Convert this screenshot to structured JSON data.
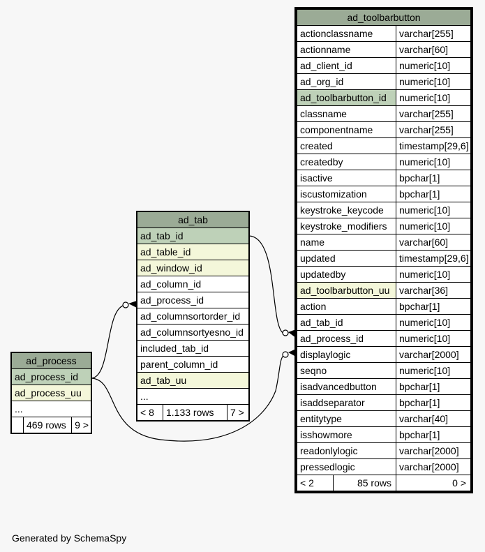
{
  "footer": "Generated by SchemaSpy",
  "ad_process": {
    "title": "ad_process",
    "columns": [
      "ad_process_id",
      "ad_process_uu",
      "..."
    ],
    "rows": "469 rows",
    "children": "9 >"
  },
  "ad_tab": {
    "title": "ad_tab",
    "columns": [
      "ad_tab_id",
      "ad_table_id",
      "ad_window_id",
      "ad_column_id",
      "ad_process_id",
      "ad_columnsortorder_id",
      "ad_columnsortyesno_id",
      "included_tab_id",
      "parent_column_id",
      "ad_tab_uu",
      "..."
    ],
    "parents": "< 8",
    "rows": "1.133 rows",
    "children": "7 >"
  },
  "ad_toolbarbutton": {
    "title": "ad_toolbarbutton",
    "columns": [
      {
        "name": "actionclassname",
        "type": "varchar[255]"
      },
      {
        "name": "actionname",
        "type": "varchar[60]"
      },
      {
        "name": "ad_client_id",
        "type": "numeric[10]"
      },
      {
        "name": "ad_org_id",
        "type": "numeric[10]"
      },
      {
        "name": "ad_toolbarbutton_id",
        "type": "numeric[10]"
      },
      {
        "name": "classname",
        "type": "varchar[255]"
      },
      {
        "name": "componentname",
        "type": "varchar[255]"
      },
      {
        "name": "created",
        "type": "timestamp[29,6]"
      },
      {
        "name": "createdby",
        "type": "numeric[10]"
      },
      {
        "name": "isactive",
        "type": "bpchar[1]"
      },
      {
        "name": "iscustomization",
        "type": "bpchar[1]"
      },
      {
        "name": "keystroke_keycode",
        "type": "numeric[10]"
      },
      {
        "name": "keystroke_modifiers",
        "type": "numeric[10]"
      },
      {
        "name": "name",
        "type": "varchar[60]"
      },
      {
        "name": "updated",
        "type": "timestamp[29,6]"
      },
      {
        "name": "updatedby",
        "type": "numeric[10]"
      },
      {
        "name": "ad_toolbarbutton_uu",
        "type": "varchar[36]"
      },
      {
        "name": "action",
        "type": "bpchar[1]"
      },
      {
        "name": "ad_tab_id",
        "type": "numeric[10]"
      },
      {
        "name": "ad_process_id",
        "type": "numeric[10]"
      },
      {
        "name": "displaylogic",
        "type": "varchar[2000]"
      },
      {
        "name": "seqno",
        "type": "numeric[10]"
      },
      {
        "name": "isadvancedbutton",
        "type": "bpchar[1]"
      },
      {
        "name": "isaddseparator",
        "type": "bpchar[1]"
      },
      {
        "name": "entitytype",
        "type": "varchar[40]"
      },
      {
        "name": "isshowmore",
        "type": "bpchar[1]"
      },
      {
        "name": "readonlylogic",
        "type": "varchar[2000]"
      },
      {
        "name": "pressedlogic",
        "type": "varchar[2000]"
      }
    ],
    "parents": "< 2",
    "rows": "85 rows",
    "children": "0 >"
  }
}
